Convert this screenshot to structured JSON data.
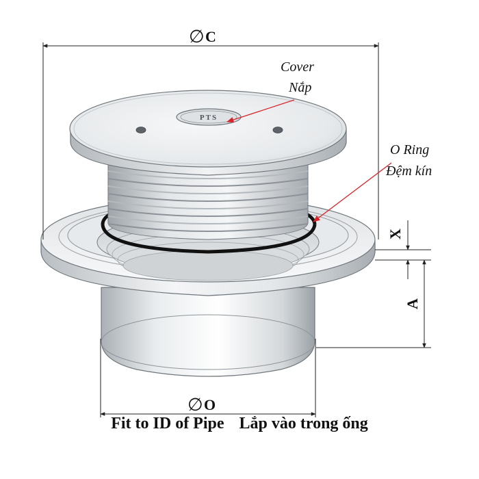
{
  "dimensions": {
    "outer_diameter": {
      "symbol": "∅",
      "letter": "C"
    },
    "pipe_diameter": {
      "symbol": "∅",
      "letter": "O"
    },
    "height": "A",
    "clearance": "X"
  },
  "callouts": {
    "cover": {
      "line1": "Cover",
      "line2": "Nắp"
    },
    "o_ring": {
      "line1": "O Ring",
      "line2": "Đệm kín"
    }
  },
  "engraving": "PTS",
  "caption": {
    "english": "Fit to ID of Pipe",
    "vietnamese": "Lắp vào trong ống"
  },
  "colors": {
    "callout_arrow": "#d9232a",
    "ring": "#111111",
    "steel_light": "#f1f2f3",
    "steel_dark": "#9aa0a6"
  }
}
